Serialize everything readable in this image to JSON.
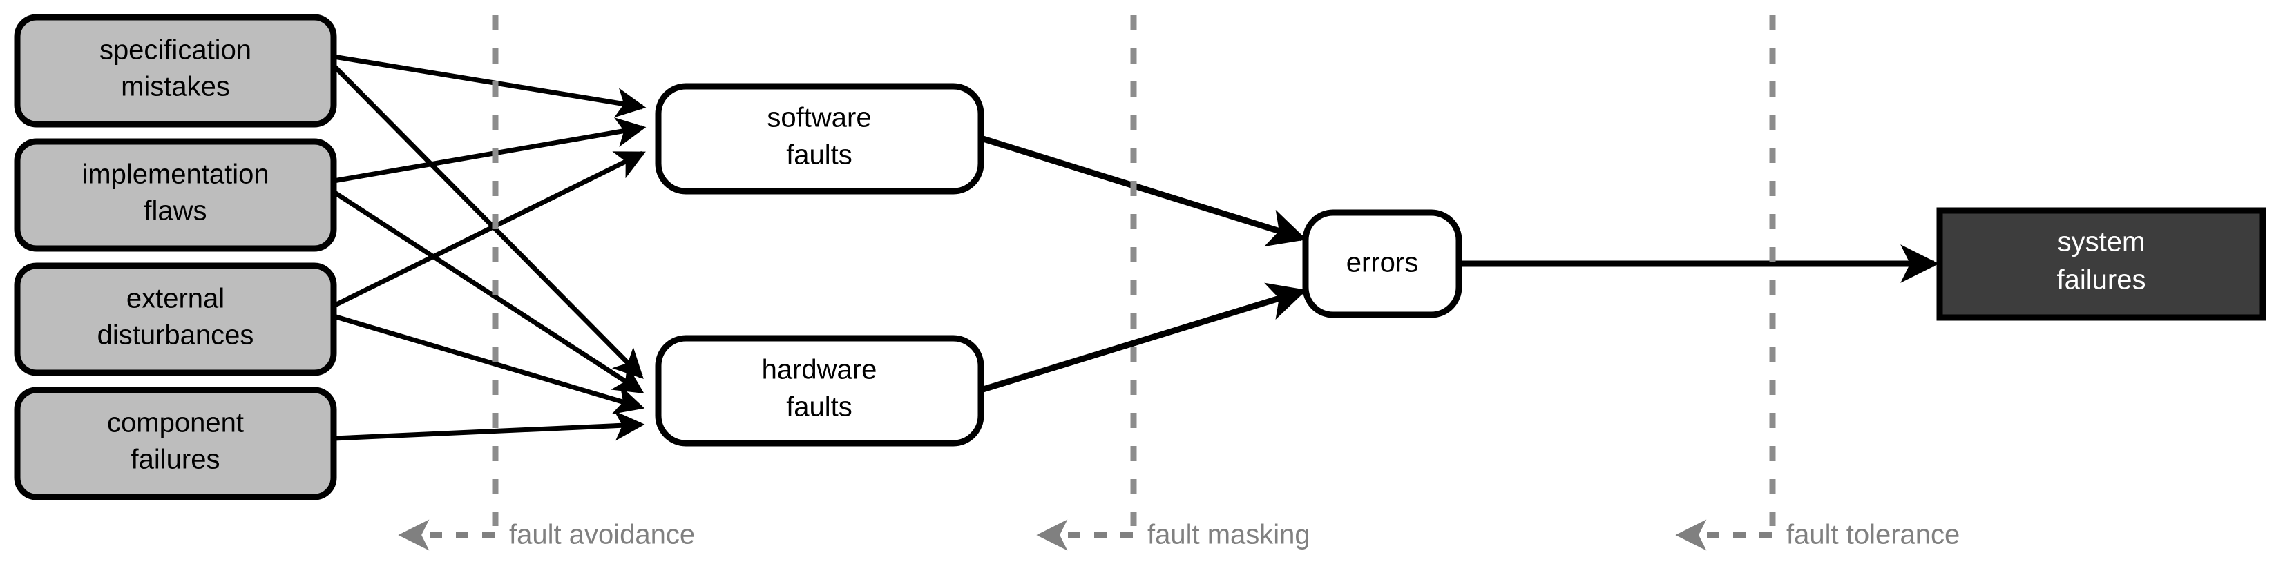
{
  "diagram": {
    "title": "fault-error-failure chain",
    "background": "#ffffff",
    "colors": {
      "source_box_fill": "#bdbdbd",
      "intermediate_box_fill": "#ffffff",
      "terminal_box_fill": "#3d3d3d",
      "terminal_box_text": "#ffffff",
      "stroke": "#000000",
      "divider": "#8c8c8c",
      "phase_label": "#808080"
    },
    "sources": [
      {
        "id": "specification-mistakes",
        "line1": "specification",
        "line2": "mistakes"
      },
      {
        "id": "implementation-flaws",
        "line1": "implementation",
        "line2": "flaws"
      },
      {
        "id": "external-disturbances",
        "line1": "external",
        "line2": "disturbances"
      },
      {
        "id": "component-failures",
        "line1": "component",
        "line2": "failures"
      }
    ],
    "faults": [
      {
        "id": "software-faults",
        "line1": "software",
        "line2": "faults"
      },
      {
        "id": "hardware-faults",
        "line1": "hardware",
        "line2": "faults"
      }
    ],
    "errors": {
      "id": "errors",
      "line1": "errors",
      "line2": ""
    },
    "system_failures": {
      "id": "system-failures",
      "line1": "system",
      "line2": "failures"
    },
    "phases": [
      {
        "id": "fault-avoidance",
        "label": "fault avoidance"
      },
      {
        "id": "fault-masking",
        "label": "fault masking"
      },
      {
        "id": "fault-tolerance",
        "label": "fault tolerance"
      }
    ],
    "edges": [
      {
        "from": "specification-mistakes",
        "to": "software-faults"
      },
      {
        "from": "specification-mistakes",
        "to": "hardware-faults"
      },
      {
        "from": "implementation-flaws",
        "to": "software-faults"
      },
      {
        "from": "implementation-flaws",
        "to": "hardware-faults"
      },
      {
        "from": "external-disturbances",
        "to": "software-faults"
      },
      {
        "from": "external-disturbances",
        "to": "hardware-faults"
      },
      {
        "from": "component-failures",
        "to": "hardware-faults"
      },
      {
        "from": "software-faults",
        "to": "errors"
      },
      {
        "from": "hardware-faults",
        "to": "errors"
      },
      {
        "from": "errors",
        "to": "system-failures"
      }
    ]
  }
}
